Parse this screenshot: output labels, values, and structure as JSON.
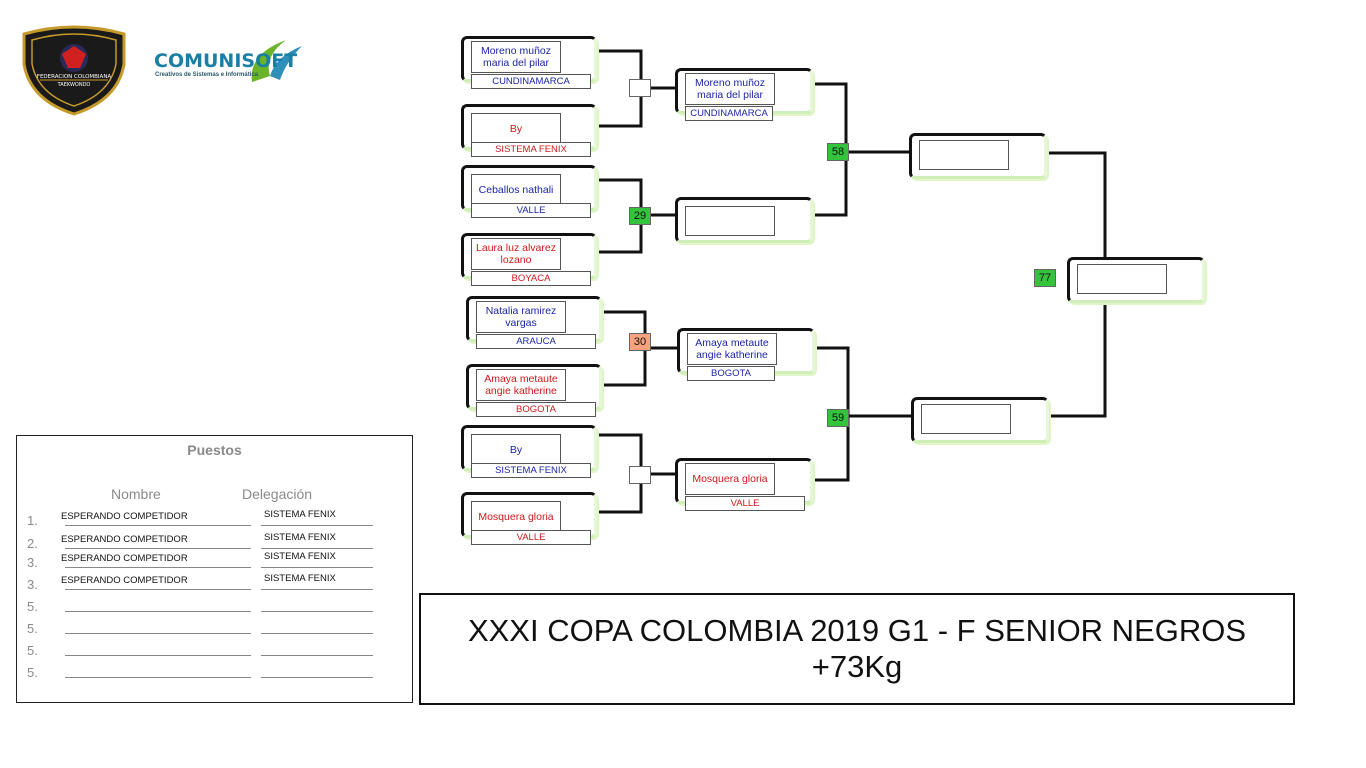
{
  "logos": {
    "federation_text": "FEDERACION COLOMBIANA TAEKWONDO",
    "brand_left": "COMUNI",
    "brand_right": "SOFT",
    "brand_tagline": "Creativos de Sistemas e Informática"
  },
  "round1": [
    {
      "name": "Moreno muñoz maria del pilar",
      "delegation": "CUNDINAMARCA",
      "color": "blue"
    },
    {
      "name": "By",
      "delegation": "SISTEMA FENIX",
      "color": "red"
    },
    {
      "name": "Ceballos  nathali",
      "delegation": "VALLE",
      "color": "blue"
    },
    {
      "name": "Laura luz alvarez lozano",
      "delegation": "BOYACA",
      "color": "red"
    },
    {
      "name": "Natalia ramirez vargas",
      "delegation": "ARAUCA",
      "color": "blue"
    },
    {
      "name": "Amaya metaute angie katherine",
      "delegation": "BOGOTA",
      "color": "red"
    },
    {
      "name": "By",
      "delegation": "SISTEMA FENIX",
      "color": "blue"
    },
    {
      "name": "Mosquera  gloria",
      "delegation": "VALLE",
      "color": "red"
    }
  ],
  "round2": [
    {
      "name": "Moreno muñoz maria del pilar",
      "delegation": "CUNDINAMARCA",
      "color": "blue"
    },
    {
      "name": "",
      "delegation": "",
      "color": "blue"
    },
    {
      "name": "Amaya metaute angie katherine",
      "delegation": "BOGOTA",
      "color": "blue"
    },
    {
      "name": "Mosquera  gloria",
      "delegation": "VALLE",
      "color": "red"
    }
  ],
  "matches": {
    "m1": "",
    "m2": "29",
    "m3": "30",
    "m4": "",
    "semi_top": "58",
    "semi_bottom": "59",
    "final": "77"
  },
  "puestos": {
    "title": "Puestos",
    "col_nombre": "Nombre",
    "col_delegacion": "Delegación",
    "rows": [
      {
        "place": "1.",
        "name": "ESPERANDO COMPETIDOR",
        "delegation": "SISTEMA FENIX"
      },
      {
        "place": "2.",
        "name": "ESPERANDO COMPETIDOR",
        "delegation": "SISTEMA FENIX"
      },
      {
        "place": "3.",
        "name": "ESPERANDO COMPETIDOR",
        "delegation": "SISTEMA FENIX"
      },
      {
        "place": "3.",
        "name": "ESPERANDO COMPETIDOR",
        "delegation": "SISTEMA FENIX"
      },
      {
        "place": "5.",
        "name": "",
        "delegation": ""
      },
      {
        "place": "5.",
        "name": "",
        "delegation": ""
      },
      {
        "place": "5.",
        "name": "",
        "delegation": ""
      },
      {
        "place": "5.",
        "name": "",
        "delegation": ""
      }
    ]
  },
  "title": "XXXI COPA COLOMBIA 2019 G1 - F SENIOR NEGROS\n+73Kg",
  "colors": {
    "green_badge": "#33c33d",
    "orange_badge": "#f6a27c",
    "blue_text": "#1c24a8",
    "red_text": "#d01818"
  }
}
